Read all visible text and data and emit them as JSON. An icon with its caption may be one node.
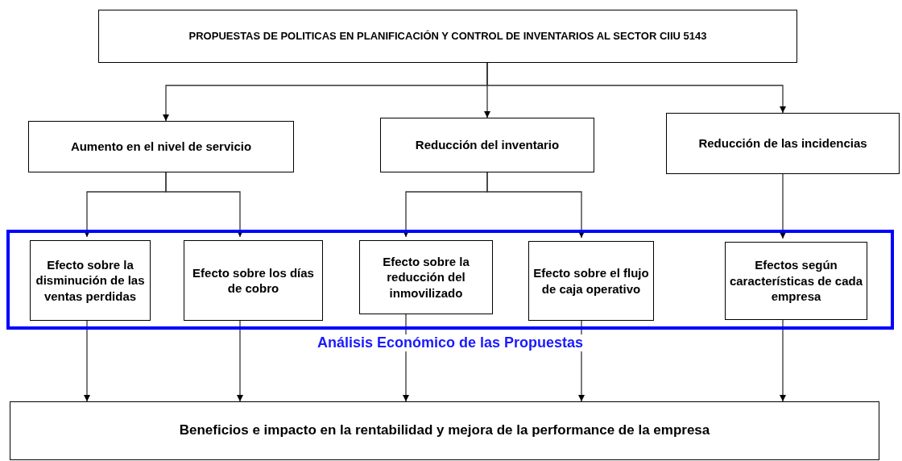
{
  "diagram": {
    "nodes": [
      {
        "text": [
          "PROPUESTAS DE POLITICAS EN PLANIFICACIÓN Y CONTROL DE INVENTARIOS AL SECTOR CIIU 5143"
        ]
      },
      {
        "text": [
          "Aumento en el nivel de servicio"
        ]
      },
      {
        "text": [
          "Reducción del inventario"
        ]
      },
      {
        "text": [
          "Reducción de las incidencias"
        ]
      },
      {
        "text": [
          "Análisis Económico de las Propuestas"
        ]
      },
      {
        "text": [
          "Efecto sobre la disminución de las ventas perdidas"
        ],
        "in": 4
      },
      {
        "text": [
          "Efecto sobre los días de cobro"
        ],
        "in": 4
      },
      {
        "text": [
          "Efecto sobre la reducción del inmovilizado"
        ],
        "in": 4
      },
      {
        "text": [
          "Efecto sobre el flujo de caja operativo"
        ],
        "in": 4
      },
      {
        "text": [
          "Efectos según características de cada empresa"
        ],
        "in": 4
      },
      {
        "text": [
          "Beneficios e impacto en la rentabilidad y mejora de la performance de la empresa"
        ]
      }
    ],
    "edges": [
      {
        "from": 0,
        "to": 1,
        "arrow": "to"
      },
      {
        "from": 0,
        "to": 2,
        "arrow": "to"
      },
      {
        "from": 0,
        "to": 3,
        "arrow": "to"
      },
      {
        "from": 1,
        "to": 5,
        "arrow": "to"
      },
      {
        "from": 1,
        "to": 6,
        "arrow": "to"
      },
      {
        "from": 2,
        "to": 7,
        "arrow": "to"
      },
      {
        "from": 2,
        "to": 8,
        "arrow": "to"
      },
      {
        "from": 3,
        "to": 9,
        "arrow": "to"
      },
      {
        "from": 5,
        "to": 10,
        "arrow": "to"
      },
      {
        "from": 6,
        "to": 10,
        "arrow": "to"
      },
      {
        "from": 7,
        "to": 10,
        "arrow": "to"
      },
      {
        "from": 8,
        "to": 10,
        "arrow": "to"
      },
      {
        "from": 9,
        "to": 10,
        "arrow": "to"
      }
    ]
  }
}
